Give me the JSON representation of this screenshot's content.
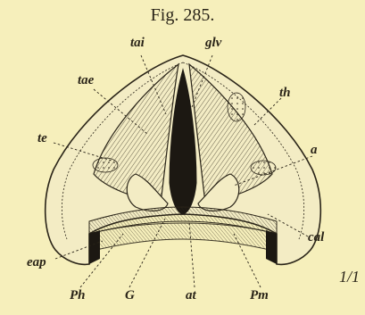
{
  "figure": {
    "title": "Fig. 285.",
    "scale": "1/1",
    "labels": {
      "tai": "tai",
      "glv": "glv",
      "tae": "tae",
      "th": "th",
      "te": "te",
      "a": "a",
      "eap": "eap",
      "cal": "cal",
      "Ph": "Ph",
      "G": "G",
      "at": "at",
      "Pm": "Pm"
    }
  },
  "colors": {
    "background": "#f6efbb",
    "ink": "#2a2418",
    "cartilage": "#f3ecc4",
    "glottis": "#1c1812"
  }
}
